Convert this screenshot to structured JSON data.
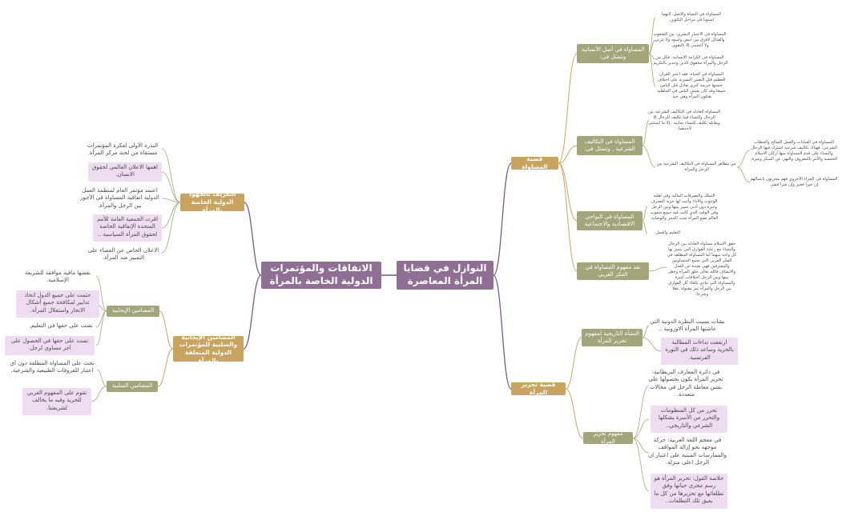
{
  "central": {
    "left": "الاتفاقات والمؤتمرات الدولية الخاصة بالمرأة",
    "right": "النوازل في قضايا المرأة المعاصرة"
  },
  "right_side": {
    "equality": {
      "title": "قضية المساواة",
      "origin": {
        "title": "المساواة في أصل الأنسانية وتتمثل في:",
        "items": [
          "المساواة في النشأة والأصل: لانهما استويا في مراحل التكوين.",
          "المساواة في الاعتبار البشري: بين الشعوب والقبائل لافرق بين ابيض واسود ولا عربي ولا أعجمي إلا بالتقوى.",
          "المساواة في الكرامة الإنسانية: فكل من الرجل والمرأة محقوق الدين وجدير بالتكريم.",
          "المساواة في الحياة: فقد اعتبر القرآن العظيم قتل النفس البشرية على اختلاف جنسها جريمة كبرى تعادل قتل الناس جميعا وقد كان يعيش الناس في الجاهلية يقتلون المرأة وهي حية."
        ]
      },
      "obligations": {
        "title": "المساواة في التكاليف الشرعية , وتتمثل في:",
        "items": [
          "المساواة العادلة في التكاليف الشرعية بين الرجال والنساء فما تكليف للرجال إلا ويقابله تكليف للنساء بحانبه , إلا ما استثني لأحدهما.",
          "من مظاهر المساواة في التكاليف الشرعية بين الرجل والمرأة."
        ],
        "sub_items": [
          "المساواة في العبادات والعمل الصالح والخطاب الشرعي: فهناك تكاليف شرعية اشترك فيها الرجال والنساء على قدم المساواة منها أركان الاسلام الخمسة والأمر بالمعروف والنهي عن المنكر وغيرة.",
          "المساواة في الجزاء الأخروي فهم مجزيون بأعمالهم إن خيرا فخير وإن شرا فشر."
        ]
      },
      "social": {
        "title": "المساواة في النواحي الاقتصادية والاجتماعية",
        "items": [
          "التملك والتصرفات المالية وفي أهلية الوجوب والأداء وأثبت لها حرية التصرف وغيرة دون أدنى تمييز بينها وبين الرجل وفي الوقت الذي كانت فيه جميع شعوب العالم تضع المرأة تحت الحجر والوصاية.",
          "التعليم والعمل."
        ]
      },
      "critique": {
        "title": "نقد مفهوم المساواة في الفكر الغربي",
        "items": [
          "حقق الأسلام مساواة العادلة بين الرجال والنساء مع رعاية الفوارق التي يتميز بها كل واحد منهما أما المساواة المطلقة في الفكر الغربي التي تجمع المتساويين والمفترقين فهي بعيدة عن العدل والانصاف فالله تعالى خلق المرأة وجعل بينها وبين الرجل اختلافات كبيرة والمساواة التي تنادي بإلغاء كل الفوارق بين الرجل والمرأة غير مقبولة عقلا وشرعا."
        ]
      }
    },
    "liberation": {
      "title": "قضية تحرير المرأة",
      "history": {
        "title": "النشأة التاريخية لمفهوم تحرير المرأة",
        "items": [
          "نشأت بسبب النظرة الدونية التي عاشتها المرأة الاوروبية ..",
          "ارتفعت نداءات المطالبة بالحرية وساعد ذلك في الثورة الفرنسية."
        ]
      },
      "concept": {
        "title": "مفهوم تحرير المرأة",
        "items": [
          "في دائرة المعارف البريطانية: تحرير المرأة يكون بحصولها على نفس معاملة الرجل في مجالات متعددة.",
          "تحرر من كل المنظومات والتحرر من الأسرة بشكلها الشرعي والتاريخي..",
          "في معجم اللغة العربية: حركة موجهه نحو إزالة المواقف والممارسات المبنية على اعتبار ان الرجل اعلى منزلة.",
          "خلاصة القول: تحرير المرأة هو رسم مجرى حياتها وفق تطلعاتها مع تحريرها من كل ما يعيق تلك التطلعات.."
        ]
      }
    }
  },
  "left_side": {
    "efforts": {
      "title": "التعريف بالجهود الدولية الخاصة بالمرأة",
      "items": [
        "البذرة الاولى لفكرة المؤتمرات مستقاة من لجنة مركز المرأة.",
        "اهمها الاعلان العالمي لحقوق الانسان.",
        "اعتمد مؤتمر العام لمنظمة العمل الدولية اتفاقية المساواة في الأجور بين الرجل والمرأة.",
        "اقرت الجمعية العامة للأمم المتحدة الإتفاقية الخاصة لحقوق المرأة السياسية ..",
        "الاعلان الخاص عن القضاء على التمييز ضد المرأة."
      ]
    },
    "content": {
      "title": "المضامين الإيجابية والسلبية للمؤتمرات الدولية المتعلقة بالمرأة",
      "positive": {
        "title": "المضامين الإيجابية",
        "items": [
          "بعضها مافيه موافقة للشريعة الإسلامية.",
          "حثمت على جميع الدول اتخاذ تدابير لمكافحة جميع أشكال الاتجار واستغلال المرأة.",
          "نصت على حقها في التعليم.",
          "نصت على حقها في الحصول على اجر مساوي لرجل."
        ]
      },
      "negative": {
        "title": "المضامين السلبية",
        "items": [
          "تحث على المساواة المطلقة دون أي اعتبار للفروقات الطبيعية والشرعية.",
          "تقوم على المفهوم الغربي للحرية وفيه ما يخالف لشريعتنا."
        ]
      }
    }
  },
  "colors": {
    "central": "#8f6f94",
    "branch": "#c9a45f",
    "sub": "#a3a57a",
    "edge_purple": "#7a5a80",
    "edge_gold": "#c9a45f",
    "edge_olive": "#a3a57a",
    "highlight": "#eedcf0"
  }
}
